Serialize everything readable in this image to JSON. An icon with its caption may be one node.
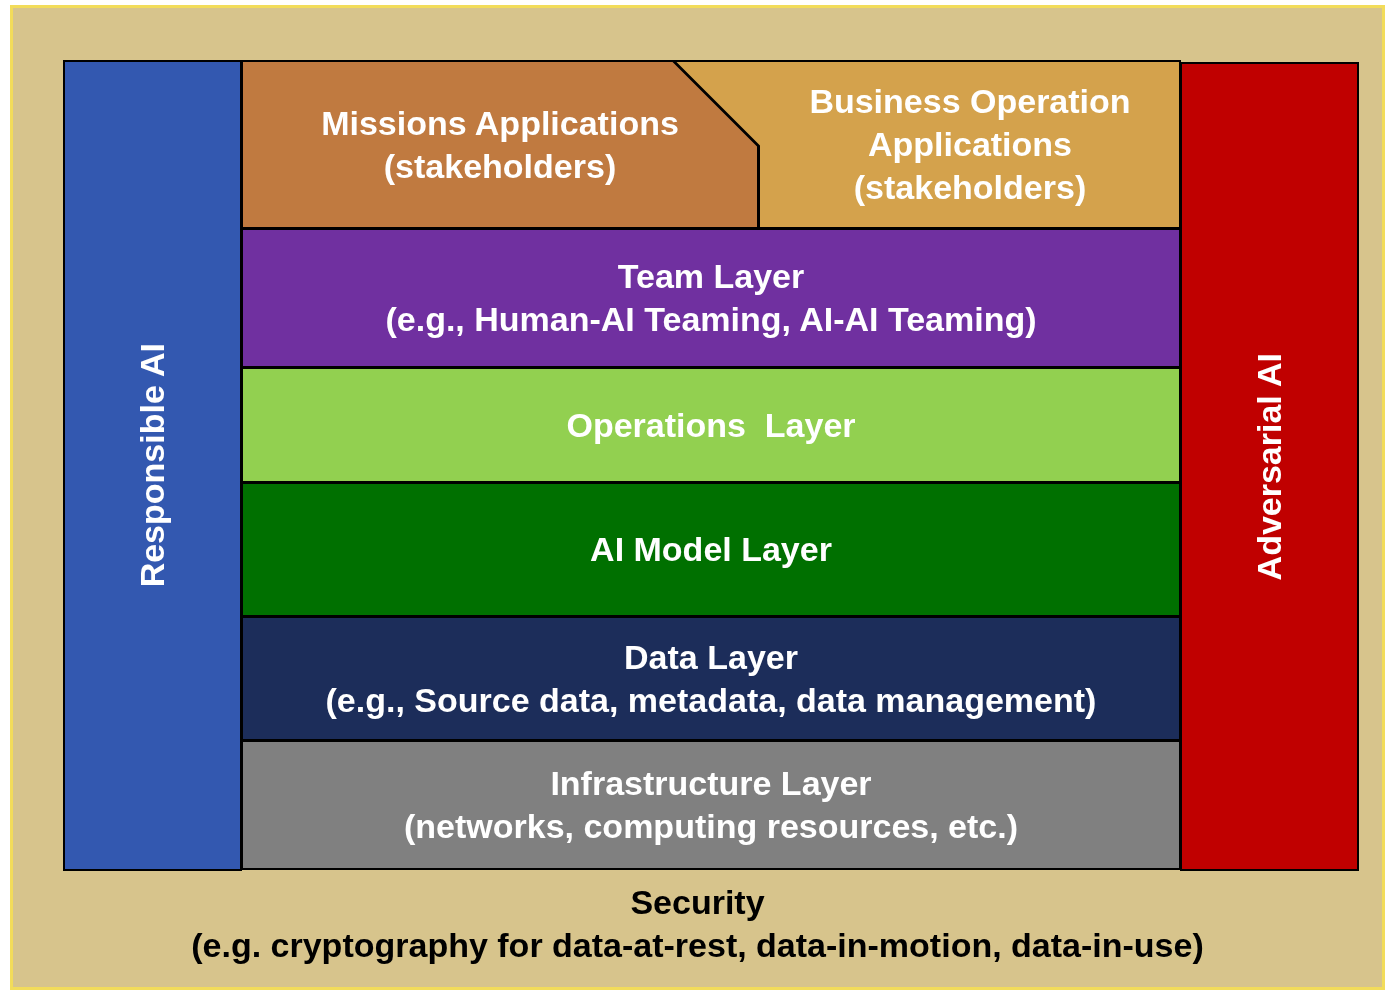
{
  "diagram": {
    "nodes": [
      {
        "text": [
          "Security",
          "(e.g. cryptography for data-at-rest, data-in-motion, data-in-use)"
        ]
      },
      {
        "text": [
          "Responsible AI"
        ],
        "in": 0
      },
      {
        "text": [
          "Missions Applications (stakeholders)"
        ],
        "in": 0
      },
      {
        "text": [
          "Business Operation Applications (stakeholders)"
        ],
        "in": 0
      },
      {
        "text": [
          "Team Layer",
          "(e.g., Human-AI Teaming, AI-AI Teaming)"
        ],
        "in": 0
      },
      {
        "text": [
          "Operations  Layer"
        ],
        "in": 0
      },
      {
        "text": [
          "AI Model Layer"
        ],
        "in": 0
      },
      {
        "text": [
          "Data Layer",
          "(e.g., Source data, metadata, data management)"
        ],
        "in": 0
      },
      {
        "text": [
          "Infrastructure Layer",
          "(networks, computing resources, etc.)"
        ],
        "in": 0
      },
      {
        "text": [
          "Adversarial AI"
        ],
        "in": 0
      }
    ],
    "edges": []
  }
}
